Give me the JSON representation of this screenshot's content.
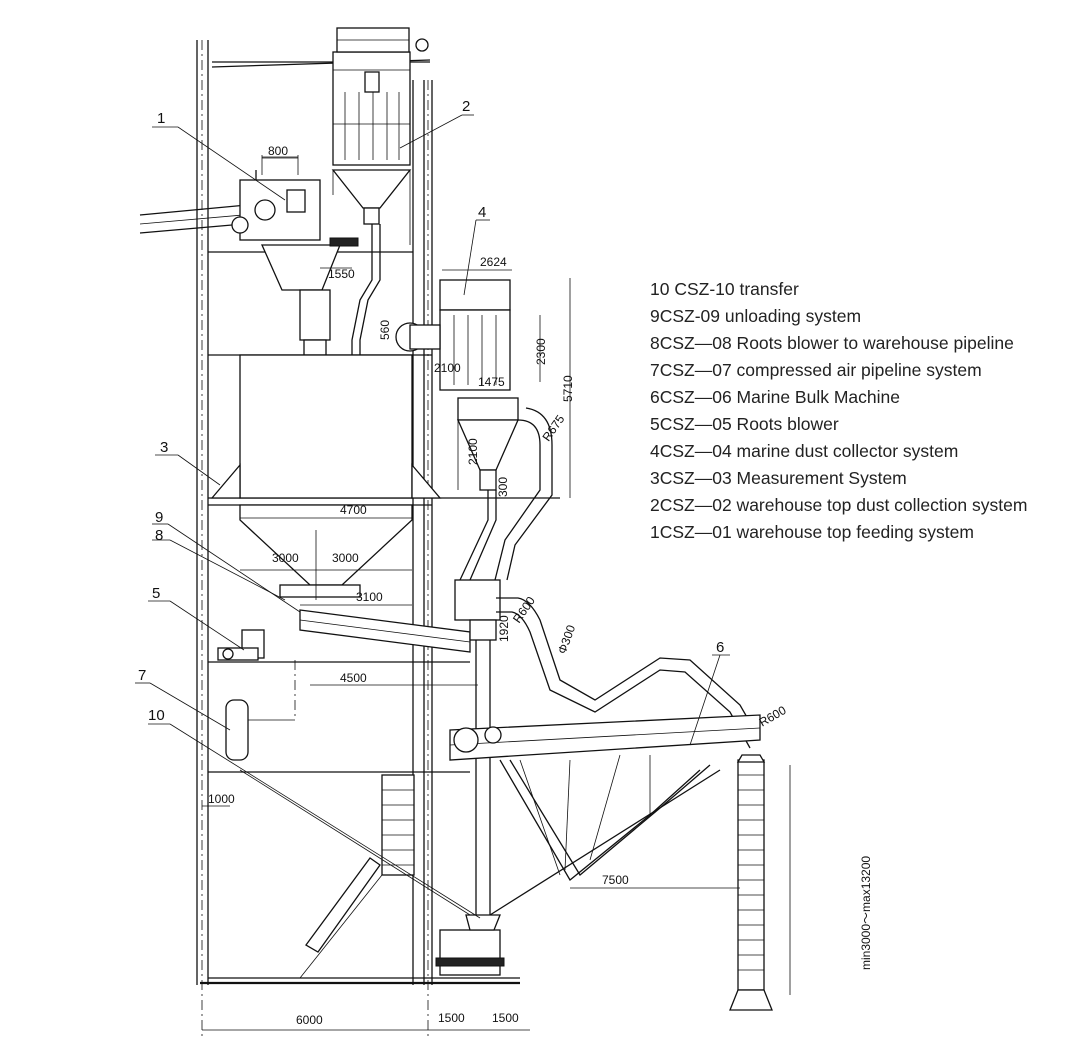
{
  "legend": [
    "10 CSZ-10 transfer",
    "9CSZ-09 unloading system",
    "8CSZ—08 Roots blower to warehouse pipeline",
    "7CSZ—07 compressed air pipeline system",
    "6CSZ—06 Marine Bulk Machine",
    "5CSZ—05 Roots blower",
    "4CSZ—04 marine dust collector system",
    "3CSZ—03 Measurement System",
    "2CSZ—02 warehouse top dust collection system",
    "1CSZ—01 warehouse top feeding system"
  ],
  "callouts": {
    "c1": "1",
    "c2": "2",
    "c3": "3",
    "c4": "4",
    "c5": "5",
    "c6": "6",
    "c7": "7",
    "c8": "8",
    "c9": "9",
    "c10": "10"
  },
  "dimensions": {
    "d800": "800",
    "d1550": "1550",
    "d2624": "2624",
    "d560": "560",
    "d2100a": "2100",
    "d1475": "1475",
    "d2300": "2300",
    "d5710": "5710",
    "d2100b": "2100",
    "dR675": "R675",
    "d300": "300",
    "d4700": "4700",
    "d3000a": "3000",
    "d3000b": "3000",
    "d3100": "3100",
    "dR600a": "R600",
    "d1920": "1920",
    "dphi300": "Φ300",
    "d4500": "4500",
    "dR600b": "R600",
    "d1000": "1000",
    "d7500": "7500",
    "dmin": "min3000～max13200",
    "d6000": "6000",
    "d1500a": "1500",
    "d1500b": "1500"
  }
}
